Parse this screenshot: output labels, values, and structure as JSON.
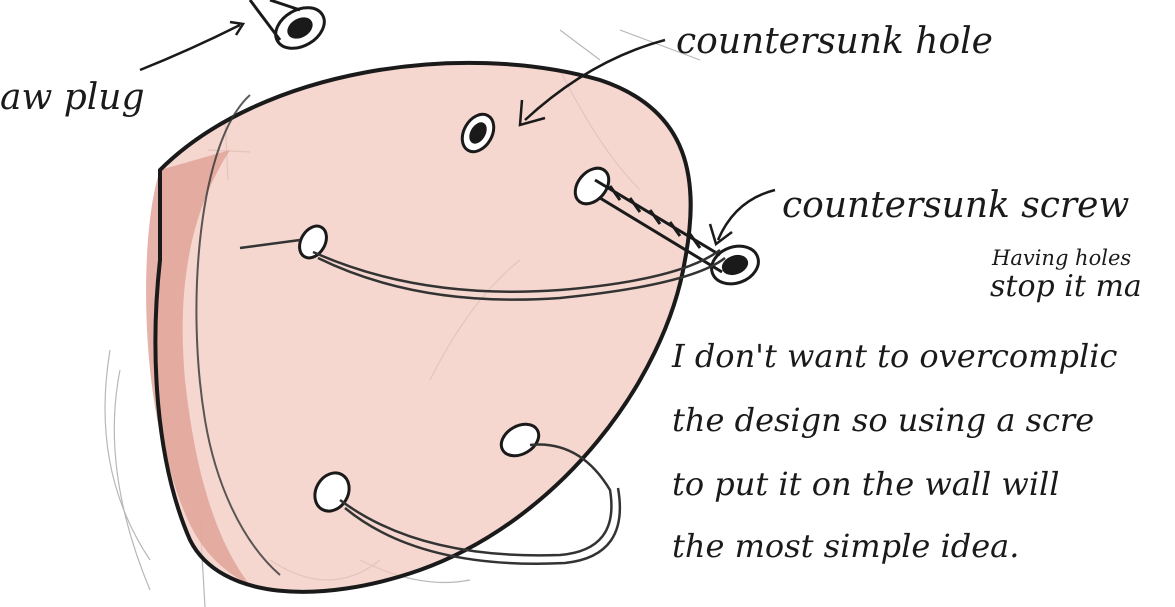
{
  "labels": {
    "wall_plug": "aw plug",
    "countersunk_hole": "countersunk hole",
    "countersunk_screw": "countersunk screw",
    "side_note_line1": "Having holes",
    "side_note_line2": "stop it ma"
  },
  "note": {
    "lines": [
      "I don't want to overcomplic",
      "the design so using a scre",
      "to put it on the wall will",
      "the most simple idea."
    ]
  }
}
